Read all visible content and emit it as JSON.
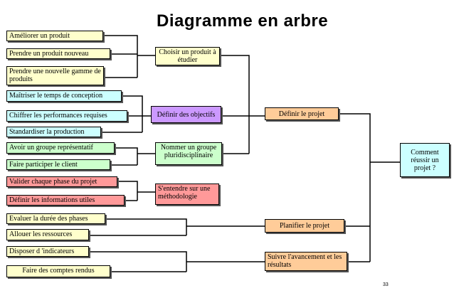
{
  "title": "Diagramme en arbre",
  "page_number": "33",
  "leaves": [
    "Améliorer un produit",
    "Prendre un produit nouveau",
    "Prendre une nouvelle gamme de produits",
    "Maîtriser le temps de conception",
    "Chiffrer les performances requises",
    "Standardiser la production",
    "Avoir un groupe représentatif",
    "Faire participer le client",
    "Valider chaque phase du projet",
    "Définir les informations utiles",
    "Evaluer la durée des phases",
    "Allouer les ressources",
    "Disposer d 'indicateurs",
    "Faire des comptes rendus"
  ],
  "level2": [
    "Choisir un produit à étudier",
    "Définir des objectifs",
    "Nommer un groupe pluridisciplinaire",
    "S'entendre sur une méthodologie"
  ],
  "level3": [
    "Définir le projet",
    "Planifier le projet",
    "Suivre  l'avancement et les résultats"
  ],
  "root": "Comment réussir un projet ?"
}
